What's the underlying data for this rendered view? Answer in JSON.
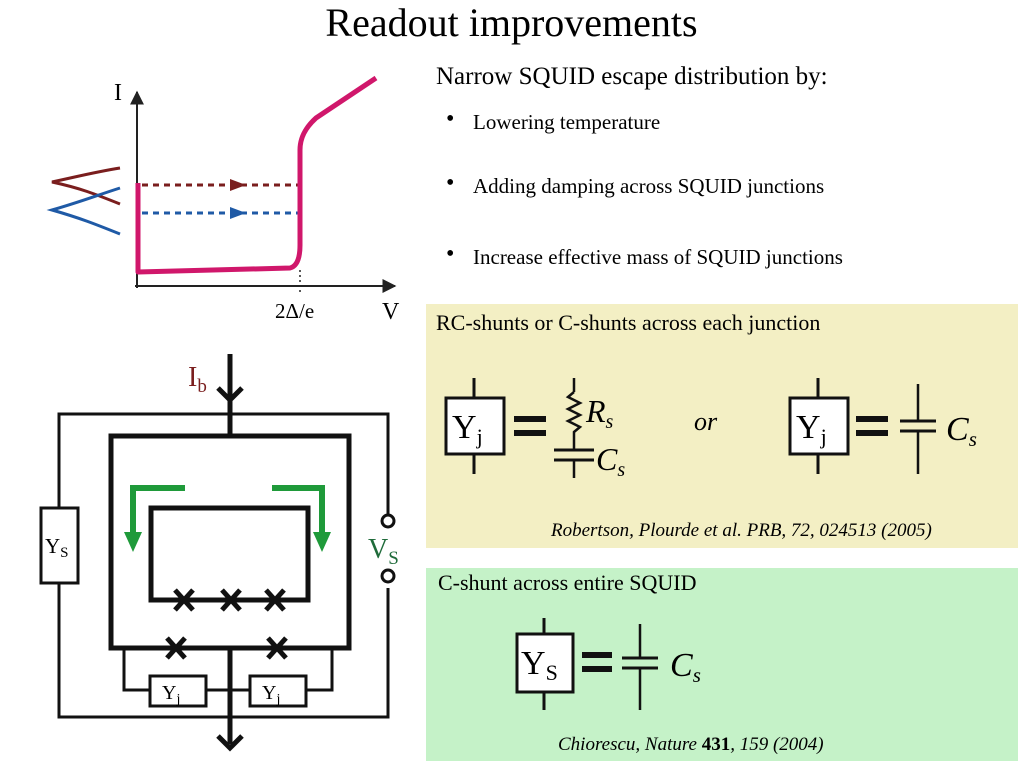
{
  "title": "Readout improvements",
  "iv_plot": {
    "y_axis_label": "I",
    "x_axis_label": "V",
    "x_tick_label": "2Δ/e",
    "colors": {
      "curve": "#d0176b",
      "upper_dist": "#7a1e1e",
      "lower_dist": "#1f5aa6"
    }
  },
  "circuit": {
    "bias_label": "I",
    "bias_sub": "b",
    "shunt_label": "Y",
    "shunt_sub": "S",
    "voltage_label": "V",
    "voltage_sub": "S",
    "junction_label": "Y",
    "junction_sub": "j",
    "colors": {
      "bias": "#7a1e1e",
      "arrows": "#1f9a3a",
      "voltage": "#1f6b3a"
    }
  },
  "intro": "Narrow SQUID escape distribution by:",
  "bullets": [
    "Lowering temperature",
    "Adding damping across SQUID junctions",
    "Increase effective mass of SQUID junctions"
  ],
  "box1": {
    "title": "RC-shunts or C-shunts across each junction",
    "lhs_main": "Y",
    "lhs_sub": "j",
    "r_label": "R",
    "r_sub": "s",
    "c_label": "C",
    "c_sub": "s",
    "or_text": "or",
    "citation": "Robertson, Plourde et al. PRB, 72, 024513 (2005)",
    "bg": "#f3efc4"
  },
  "box2": {
    "title": "C-shunt across entire SQUID",
    "lhs_main": "Y",
    "lhs_sub": "S",
    "c_label": "C",
    "c_sub": "s",
    "citation_pre": "Chiorescu, Nature ",
    "citation_bold": "431",
    "citation_post": ", 159 (2004)",
    "bg": "#c5f2c8"
  }
}
